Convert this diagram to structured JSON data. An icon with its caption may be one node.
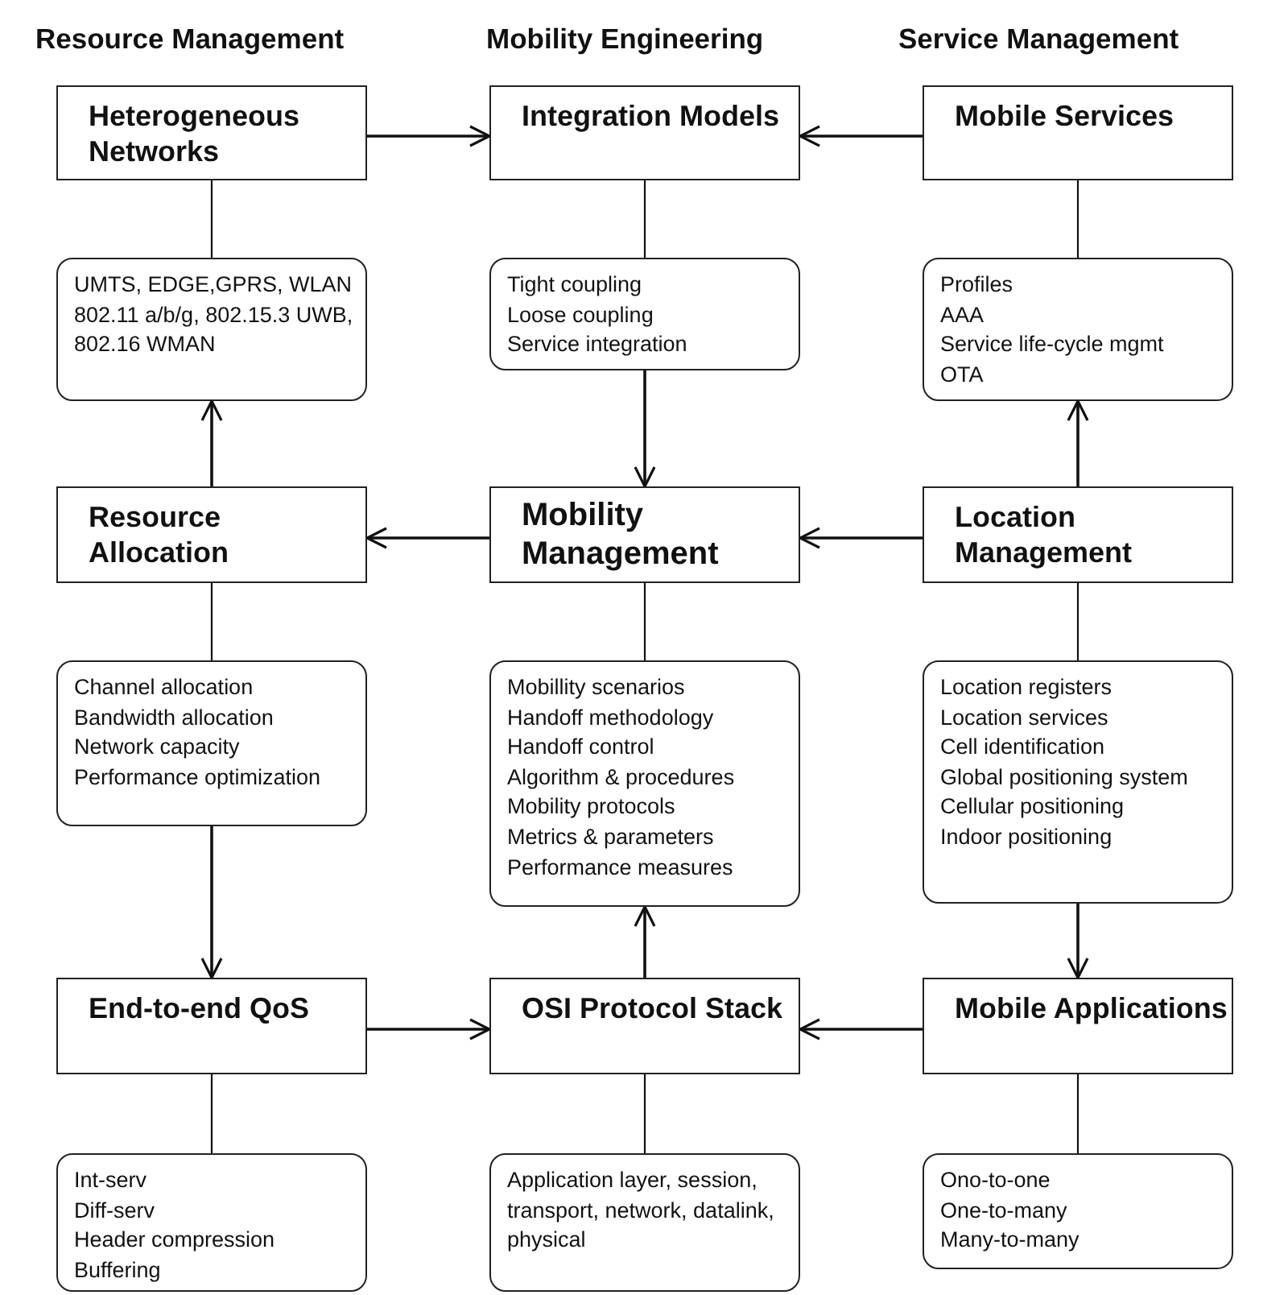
{
  "diagram": {
    "nodes": [
      {
        "text": [
          "Heterogeneous Networks"
        ]
      },
      {
        "text": [
          "Integration Models"
        ]
      },
      {
        "text": [
          "Mobile Services"
        ]
      },
      {
        "text": [
          "UMTS, EDGE,GPRS, WLAN 802.11 a/b/g, 802.15.3 UWB, 802.16 WMAN"
        ]
      },
      {
        "text": [
          "Tight coupling",
          "Loose coupling",
          "Service integration"
        ]
      },
      {
        "text": [
          "Profiles",
          "AAA",
          "Service life-cycle mgmt",
          "OTA"
        ]
      },
      {
        "text": [
          "Resource Allocation"
        ]
      },
      {
        "text": [
          "Mobility Management"
        ]
      },
      {
        "text": [
          "Location Management"
        ]
      },
      {
        "text": [
          "Channel allocation",
          "Bandwidth allocation",
          "Network capacity",
          "Performance optimization"
        ]
      },
      {
        "text": [
          "Mobillity scenarios",
          "Handoff methodology",
          "Handoff control",
          "Algorithm & procedures",
          "Mobility protocols",
          "Metrics & parameters",
          "Performance measures"
        ]
      },
      {
        "text": [
          "Location registers",
          "Location services",
          "Cell identification",
          "Global positioning system Cellular positioning",
          "Indoor positioning"
        ]
      },
      {
        "text": [
          "End-to-end QoS"
        ]
      },
      {
        "text": [
          "OSI Protocol Stack"
        ]
      },
      {
        "text": [
          "Mobile Applications"
        ]
      },
      {
        "text": [
          "Int-serv",
          "Diff-serv",
          "Header compression",
          "Buffering"
        ]
      },
      {
        "text": [
          "Application layer, session, transport, network, datalink, physical"
        ]
      },
      {
        "text": [
          "Ono-to-one",
          "One-to-many",
          "Many-to-many"
        ]
      }
    ],
    "edges": [
      {
        "from": 0,
        "to": 1,
        "arrow": "to"
      },
      {
        "from": 2,
        "to": 1,
        "arrow": "to"
      },
      {
        "from": 0,
        "to": 3,
        "arrow": "none"
      },
      {
        "from": 1,
        "to": 4,
        "arrow": "none"
      },
      {
        "from": 2,
        "to": 5,
        "arrow": "none"
      },
      {
        "from": 6,
        "to": 3,
        "arrow": "to"
      },
      {
        "from": 4,
        "to": 7,
        "arrow": "to"
      },
      {
        "from": 8,
        "to": 5,
        "arrow": "to"
      },
      {
        "from": 7,
        "to": 6,
        "arrow": "to"
      },
      {
        "from": 8,
        "to": 7,
        "arrow": "to"
      },
      {
        "from": 6,
        "to": 9,
        "arrow": "none"
      },
      {
        "from": 7,
        "to": 10,
        "arrow": "none"
      },
      {
        "from": 8,
        "to": 11,
        "arrow": "none"
      },
      {
        "from": 9,
        "to": 12,
        "arrow": "to"
      },
      {
        "from": 13,
        "to": 10,
        "arrow": "to"
      },
      {
        "from": 11,
        "to": 14,
        "arrow": "to"
      },
      {
        "from": 12,
        "to": 13,
        "arrow": "to"
      },
      {
        "from": 14,
        "to": 13,
        "arrow": "to"
      },
      {
        "from": 12,
        "to": 15,
        "arrow": "none"
      },
      {
        "from": 13,
        "to": 16,
        "arrow": "none"
      },
      {
        "from": 14,
        "to": 17,
        "arrow": "none"
      }
    ],
    "labels": [
      "Resource Management",
      "Mobility Engineering",
      "Service Management"
    ]
  }
}
